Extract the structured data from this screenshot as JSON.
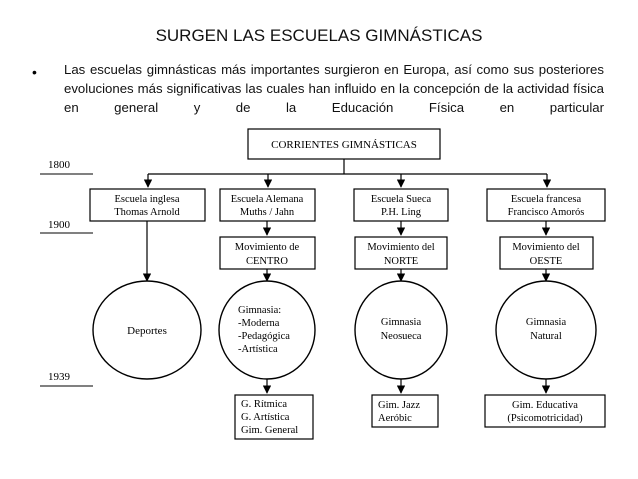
{
  "slide": {
    "title": "SURGEN LAS ESCUELAS GIMNÁSTICAS",
    "bullet": "Las escuelas gimnásticas más importantes surgieron en Europa, así como sus posteriores evoluciones más significativas las cuales han influido en la concepción de la actividad física en general y de la Educación Física en particular"
  },
  "diagram": {
    "root": "CORRIENTES GIMNÁSTICAS",
    "years": [
      "1800",
      "1900",
      "1939"
    ],
    "schools": [
      {
        "lines": [
          "Escuela inglesa",
          "Thomas Arnold"
        ]
      },
      {
        "lines": [
          "Escuela Alemana",
          "Muths / Jahn"
        ]
      },
      {
        "lines": [
          "Escuela Sueca",
          "P.H. Ling"
        ]
      },
      {
        "lines": [
          "Escuela francesa",
          "Francisco Amorós"
        ]
      }
    ],
    "movements": [
      {
        "lines": [
          "Movimiento de",
          "CENTRO"
        ]
      },
      {
        "lines": [
          "Movimiento del",
          "NORTE"
        ]
      },
      {
        "lines": [
          "Movimiento del",
          "OESTE"
        ]
      }
    ],
    "circles": [
      {
        "lines": [
          "Deportes"
        ]
      },
      {
        "lines": [
          "Gimnasia:",
          "-Moderna",
          "-Pedagógica",
          "-Artística"
        ]
      },
      {
        "lines": [
          "Gimnasia",
          "Neosueca"
        ]
      },
      {
        "lines": [
          "Gimnasia",
          "Natural"
        ]
      }
    ],
    "outcomes": [
      {
        "lines": [
          "G. Rítmica",
          "G. Artística",
          "Gim. General"
        ]
      },
      {
        "lines": [
          "Gim. Jazz",
          "Aeróbic"
        ]
      },
      {
        "lines": [
          "Gim. Educativa",
          "(Psicomotricidad)"
        ]
      }
    ]
  }
}
